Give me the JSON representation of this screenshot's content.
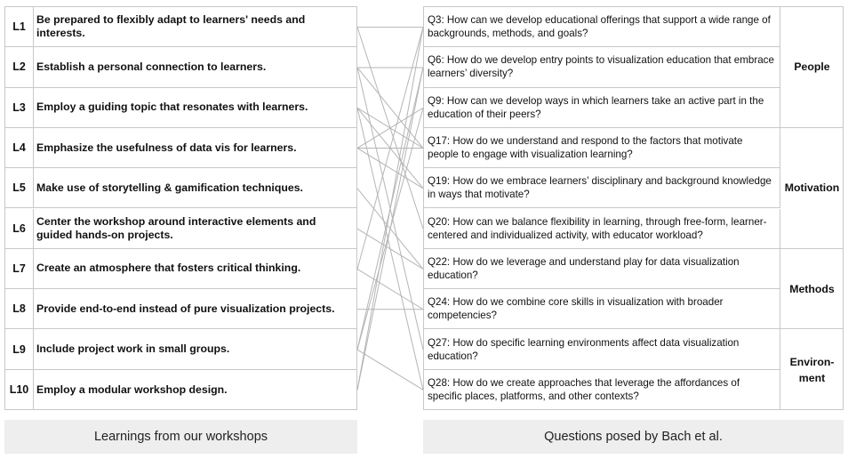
{
  "left": {
    "rows": [
      {
        "id": "L1",
        "text": "Be prepared to flexibly adapt to learners' needs and interests."
      },
      {
        "id": "L2",
        "text": "Establish a personal connection to learners."
      },
      {
        "id": "L3",
        "text": "Employ a guiding topic that resonates with learners."
      },
      {
        "id": "L4",
        "text": "Emphasize the usefulness of data vis for learners."
      },
      {
        "id": "L5",
        "text": "Make use of storytelling & gamification techniques."
      },
      {
        "id": "L6",
        "text": "Center the workshop around interactive elements and guided hands-on projects."
      },
      {
        "id": "L7",
        "text": "Create an atmosphere that fosters critical thinking."
      },
      {
        "id": "L8",
        "text": "Provide end-to-end instead of pure visualization projects."
      },
      {
        "id": "L9",
        "text": "Include project work in small groups."
      },
      {
        "id": "L10",
        "text": "Employ a modular workshop design."
      }
    ],
    "footer": "Learnings from our workshops"
  },
  "right": {
    "rows": [
      {
        "text": "Q3: How can we develop educational offerings that support a wide range of backgrounds, methods, and goals?"
      },
      {
        "text": "Q6: How do we develop entry points to visualization education that embrace learners’ diversity?"
      },
      {
        "text": "Q9: How can we develop ways in which learners take an active part in the education of their peers?"
      },
      {
        "text": "Q17: How do we understand and respond to the factors that motivate people to engage with visualization learning?"
      },
      {
        "text": "Q19: How do we embrace learners’ disciplinary and background knowledge in ways that motivate?"
      },
      {
        "text": "Q20: How can we balance flexibility in learning, through free-form, learner-centered and individualized activity, with educator workload?"
      },
      {
        "text": "Q22: How do we leverage and understand play for data visualization education?"
      },
      {
        "text": "Q24: How do we combine core skills in visualization with broader competencies?"
      },
      {
        "text": "Q27: How do specific learning environments affect data visualization education?"
      },
      {
        "text": "Q28: How do we create approaches that leverage the affordances of specific places, platforms, and other contexts?"
      }
    ],
    "categories": [
      {
        "label": "People",
        "rows": 3
      },
      {
        "label": "Motivation",
        "rows": 3
      },
      {
        "label": "Methods",
        "rows": 2
      },
      {
        "label": "Environ-ment",
        "rows": 2
      }
    ],
    "footer": "Questions posed by Bach et al."
  },
  "links": [
    [
      "L1",
      "Q3"
    ],
    [
      "L1",
      "Q20"
    ],
    [
      "L2",
      "Q6"
    ],
    [
      "L2",
      "Q17"
    ],
    [
      "L2",
      "Q27"
    ],
    [
      "L3",
      "Q17"
    ],
    [
      "L3",
      "Q19"
    ],
    [
      "L3",
      "Q28"
    ],
    [
      "L4",
      "Q9"
    ],
    [
      "L4",
      "Q17"
    ],
    [
      "L4",
      "Q19"
    ],
    [
      "L5",
      "Q22"
    ],
    [
      "L6",
      "Q22"
    ],
    [
      "L7",
      "Q3"
    ],
    [
      "L7",
      "Q24"
    ],
    [
      "L8",
      "Q24"
    ],
    [
      "L9",
      "Q6"
    ],
    [
      "L9",
      "Q9"
    ],
    [
      "L9",
      "Q28"
    ],
    [
      "L10",
      "Q3"
    ],
    [
      "L10",
      "Q6"
    ]
  ],
  "colors": {
    "line": "#b5b5b5",
    "border": "#c8c8c8",
    "footer_bg": "#eeeeee"
  }
}
